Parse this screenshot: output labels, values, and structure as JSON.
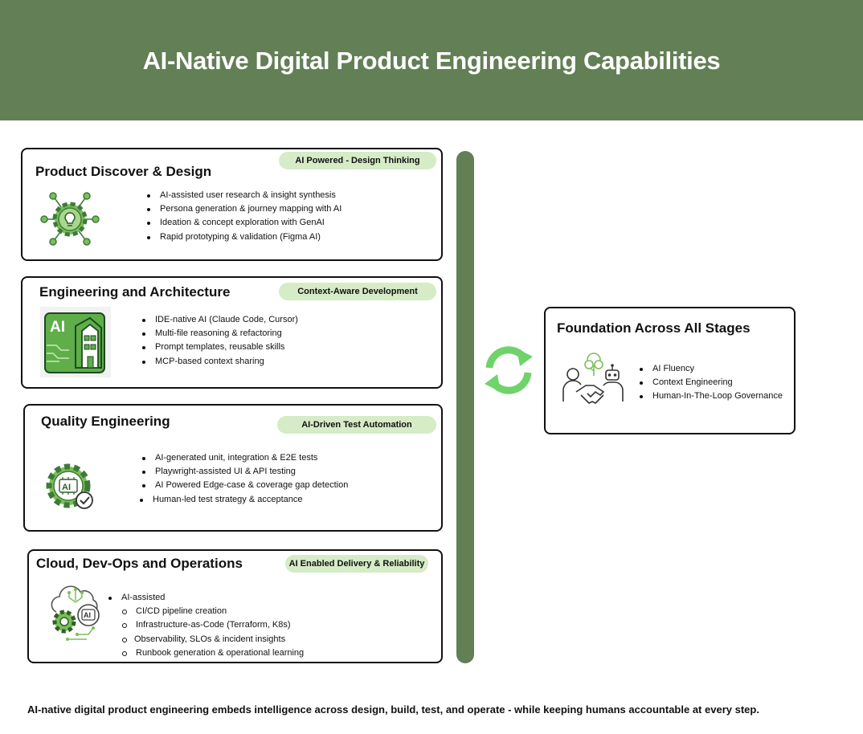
{
  "header": {
    "title": "AI-Native Digital Product Engineering Capabilities"
  },
  "cards": [
    {
      "title": "Product Discover & Design",
      "badge": "AI Powered - Design Thinking",
      "icon": "lightbulb-gear-icon",
      "bullets": [
        "AI-assisted user research & insight synthesis",
        "Persona generation & journey mapping with AI",
        "Ideation & concept exploration with GenAI",
        "Rapid prototyping & validation (Figma AI)"
      ]
    },
    {
      "title": "Engineering and Architecture",
      "badge": "Context-Aware Development",
      "icon": "ai-building-icon",
      "icon_label": "AI",
      "bullets": [
        "IDE-native AI (Claude Code, Cursor)",
        "Multi-file reasoning & refactoring",
        "Prompt templates, reusable skills",
        "MCP-based context sharing"
      ]
    },
    {
      "title": "Quality Engineering",
      "badge": "AI-Driven Test Automation",
      "icon": "ai-gear-check-icon",
      "icon_label": "AI",
      "bullets": [
        "AI-generated unit, integration & E2E tests",
        "Playwright-assisted UI & API testing",
        "AI Powered Edge-case & coverage gap detection",
        "Human-led test strategy & acceptance"
      ]
    },
    {
      "title": "Cloud, Dev-Ops and Operations",
      "badge": "AI Enabled Delivery & Reliability",
      "icon": "cloud-gear-ai-icon",
      "icon_label": "AI",
      "bullets": [
        "AI-assisted",
        "CI/CD pipeline creation",
        "Infrastructure-as-Code (Terraform, K8s)",
        "Observability, SLOs & incident insights",
        "Runbook generation & operational learning"
      ]
    }
  ],
  "foundation": {
    "title": "Foundation Across All Stages",
    "icon": "human-robot-handshake-icon",
    "bullets": [
      "AI Fluency",
      "Context Engineering",
      "Human-In-The-Loop Governance"
    ]
  },
  "cycle_icon": "refresh-cycle-icon",
  "footer": "AI-native digital product engineering embeds intelligence across design, build, test, and operate - while keeping humans accountable at every step.",
  "colors": {
    "header_bg": "#627f55",
    "badge_bg": "#d5ecc7",
    "icon_green": "#7bbf58",
    "cycle_green": "#6fd36a"
  }
}
